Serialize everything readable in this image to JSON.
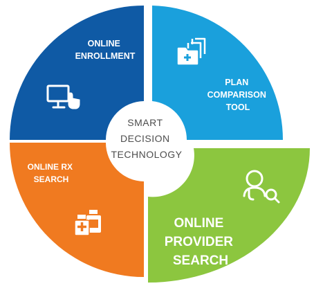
{
  "diagram": {
    "center": {
      "lines": [
        "SMART",
        "DECISION",
        "TECHNOLOGY"
      ],
      "color": "#4d4d4d"
    },
    "segments": [
      {
        "id": "online-enrollment",
        "lines": [
          "ONLINE",
          "ENROLLMENT"
        ],
        "color": "#0f5aa5",
        "icon": "computer-touch-icon"
      },
      {
        "id": "plan-comparison-tool",
        "lines": [
          "PLAN",
          "COMPARISON",
          "TOOL"
        ],
        "color": "#1aa0dc",
        "icon": "folders-add-icon"
      },
      {
        "id": "online-provider-search",
        "lines": [
          "ONLINE",
          "PROVIDER",
          "SEARCH"
        ],
        "color": "#8cc63f",
        "icon": "doctor-search-icon",
        "highlighted": true
      },
      {
        "id": "online-rx-search",
        "lines": [
          "ONLINE RX",
          "SEARCH"
        ],
        "color": "#f07a20",
        "icon": "medicine-bottles-icon"
      }
    ]
  }
}
